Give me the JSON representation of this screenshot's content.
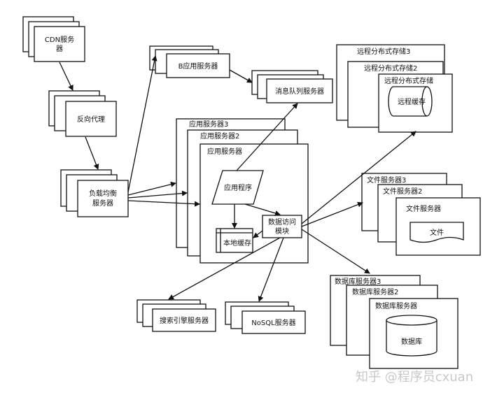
{
  "nodes": {
    "cdn": [
      "CDN服务",
      "器"
    ],
    "reverse_proxy": "反向代理",
    "load_balancer": [
      "负载均衡",
      "服务器"
    ],
    "b_app_server": "B应用服务器",
    "mq_server": "消息队列服务器",
    "app_server_3": "应用服务器3",
    "app_server_2": "应用服务器2",
    "app_server": "应用服务器",
    "app_program": "应用程序",
    "local_cache": "本地缓存",
    "data_access": [
      "数据访问",
      "模块"
    ],
    "remote_storage_3": "远程分布式存储3",
    "remote_storage_2": "远程分布式存储2",
    "remote_storage": "远程分布式存储",
    "remote_cache": "远程缓存",
    "file_server_3": "文件服务器3",
    "file_server_2": "文件服务器2",
    "file_server": "文件服务器",
    "file": "文件",
    "db_server_3": "数据库服务器3",
    "db_server_2": "数据库服务器2",
    "db_server": "数据库服务器",
    "database": "数据库",
    "search_server": "搜索引擎服务器",
    "nosql_server": "NoSQL服务器"
  },
  "watermark": "知乎 @程序员cxuan"
}
